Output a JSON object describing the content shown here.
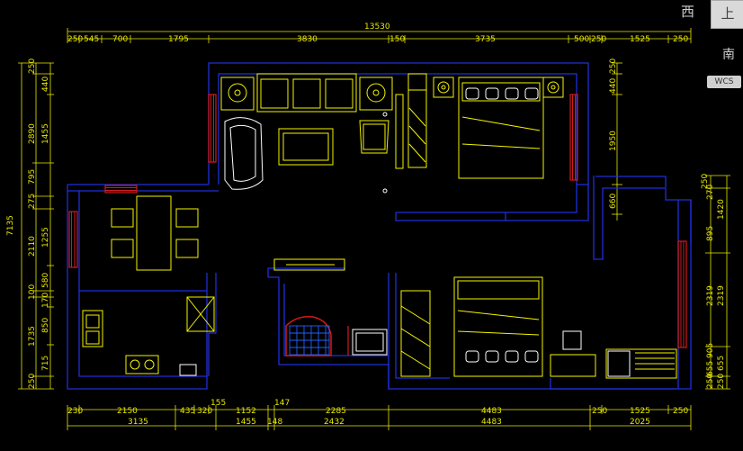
{
  "navcube": {
    "west": "西",
    "top": "上",
    "south": "南",
    "wcs": "WCS"
  },
  "colors": {
    "wall": "#1f2fd8",
    "furniture": "#f4f400",
    "window": "#d21a1a",
    "dimension": "#e8e800",
    "tile": "#2060ff",
    "furniture_white": "#ffffff"
  },
  "dims_top": {
    "total": "13530",
    "segments": [
      "250",
      "545",
      "700",
      "1795",
      "3830",
      "150",
      "3735",
      "500",
      "250",
      "1525",
      "250"
    ]
  },
  "dims_bottom": {
    "row1": [
      "230",
      "2150",
      "435",
      "320",
      "155",
      "1152",
      "147",
      "2285",
      "4483",
      "250",
      "1525",
      "250"
    ],
    "row2": [
      "3135",
      "1455",
      "148",
      "2432",
      "4483",
      "2025"
    ]
  },
  "dims_left": {
    "total": "7135",
    "outer": [
      "250",
      "2890",
      "795",
      "275",
      "2110",
      "100",
      "1735",
      "250"
    ],
    "inner": [
      "440",
      "1455",
      "1255",
      "580",
      "170",
      "850",
      "715"
    ]
  },
  "dims_right": {
    "upper": [
      "250",
      "440",
      "1950",
      "660"
    ],
    "outer": [
      "250",
      "270",
      "1420",
      "895",
      "2319",
      "905",
      "655",
      "250"
    ]
  }
}
